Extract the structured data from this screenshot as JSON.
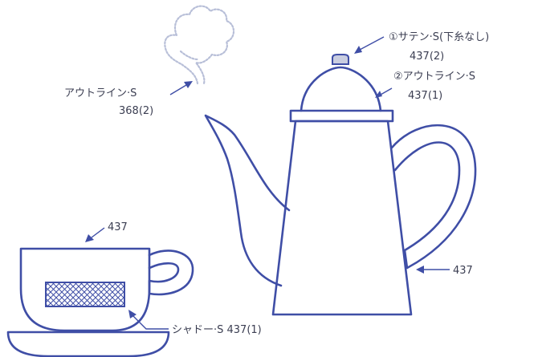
{
  "colors": {
    "line": "#3f4ea6",
    "steam": "#b8bfd8",
    "text": "#3b3e52",
    "knob_fill": "#c9cde0"
  },
  "labels": {
    "steam_stitch": "アウトライン·S",
    "steam_thread": "368(2)",
    "knob_stitch": "①サテン·S(下糸なし)",
    "knob_thread": "437(2)",
    "lid_stitch": "②アウトライン·S",
    "lid_thread": "437(1)",
    "pot_thread": "437",
    "cup_thread": "437",
    "band_stitch": "シャドー·S 437(1)"
  }
}
